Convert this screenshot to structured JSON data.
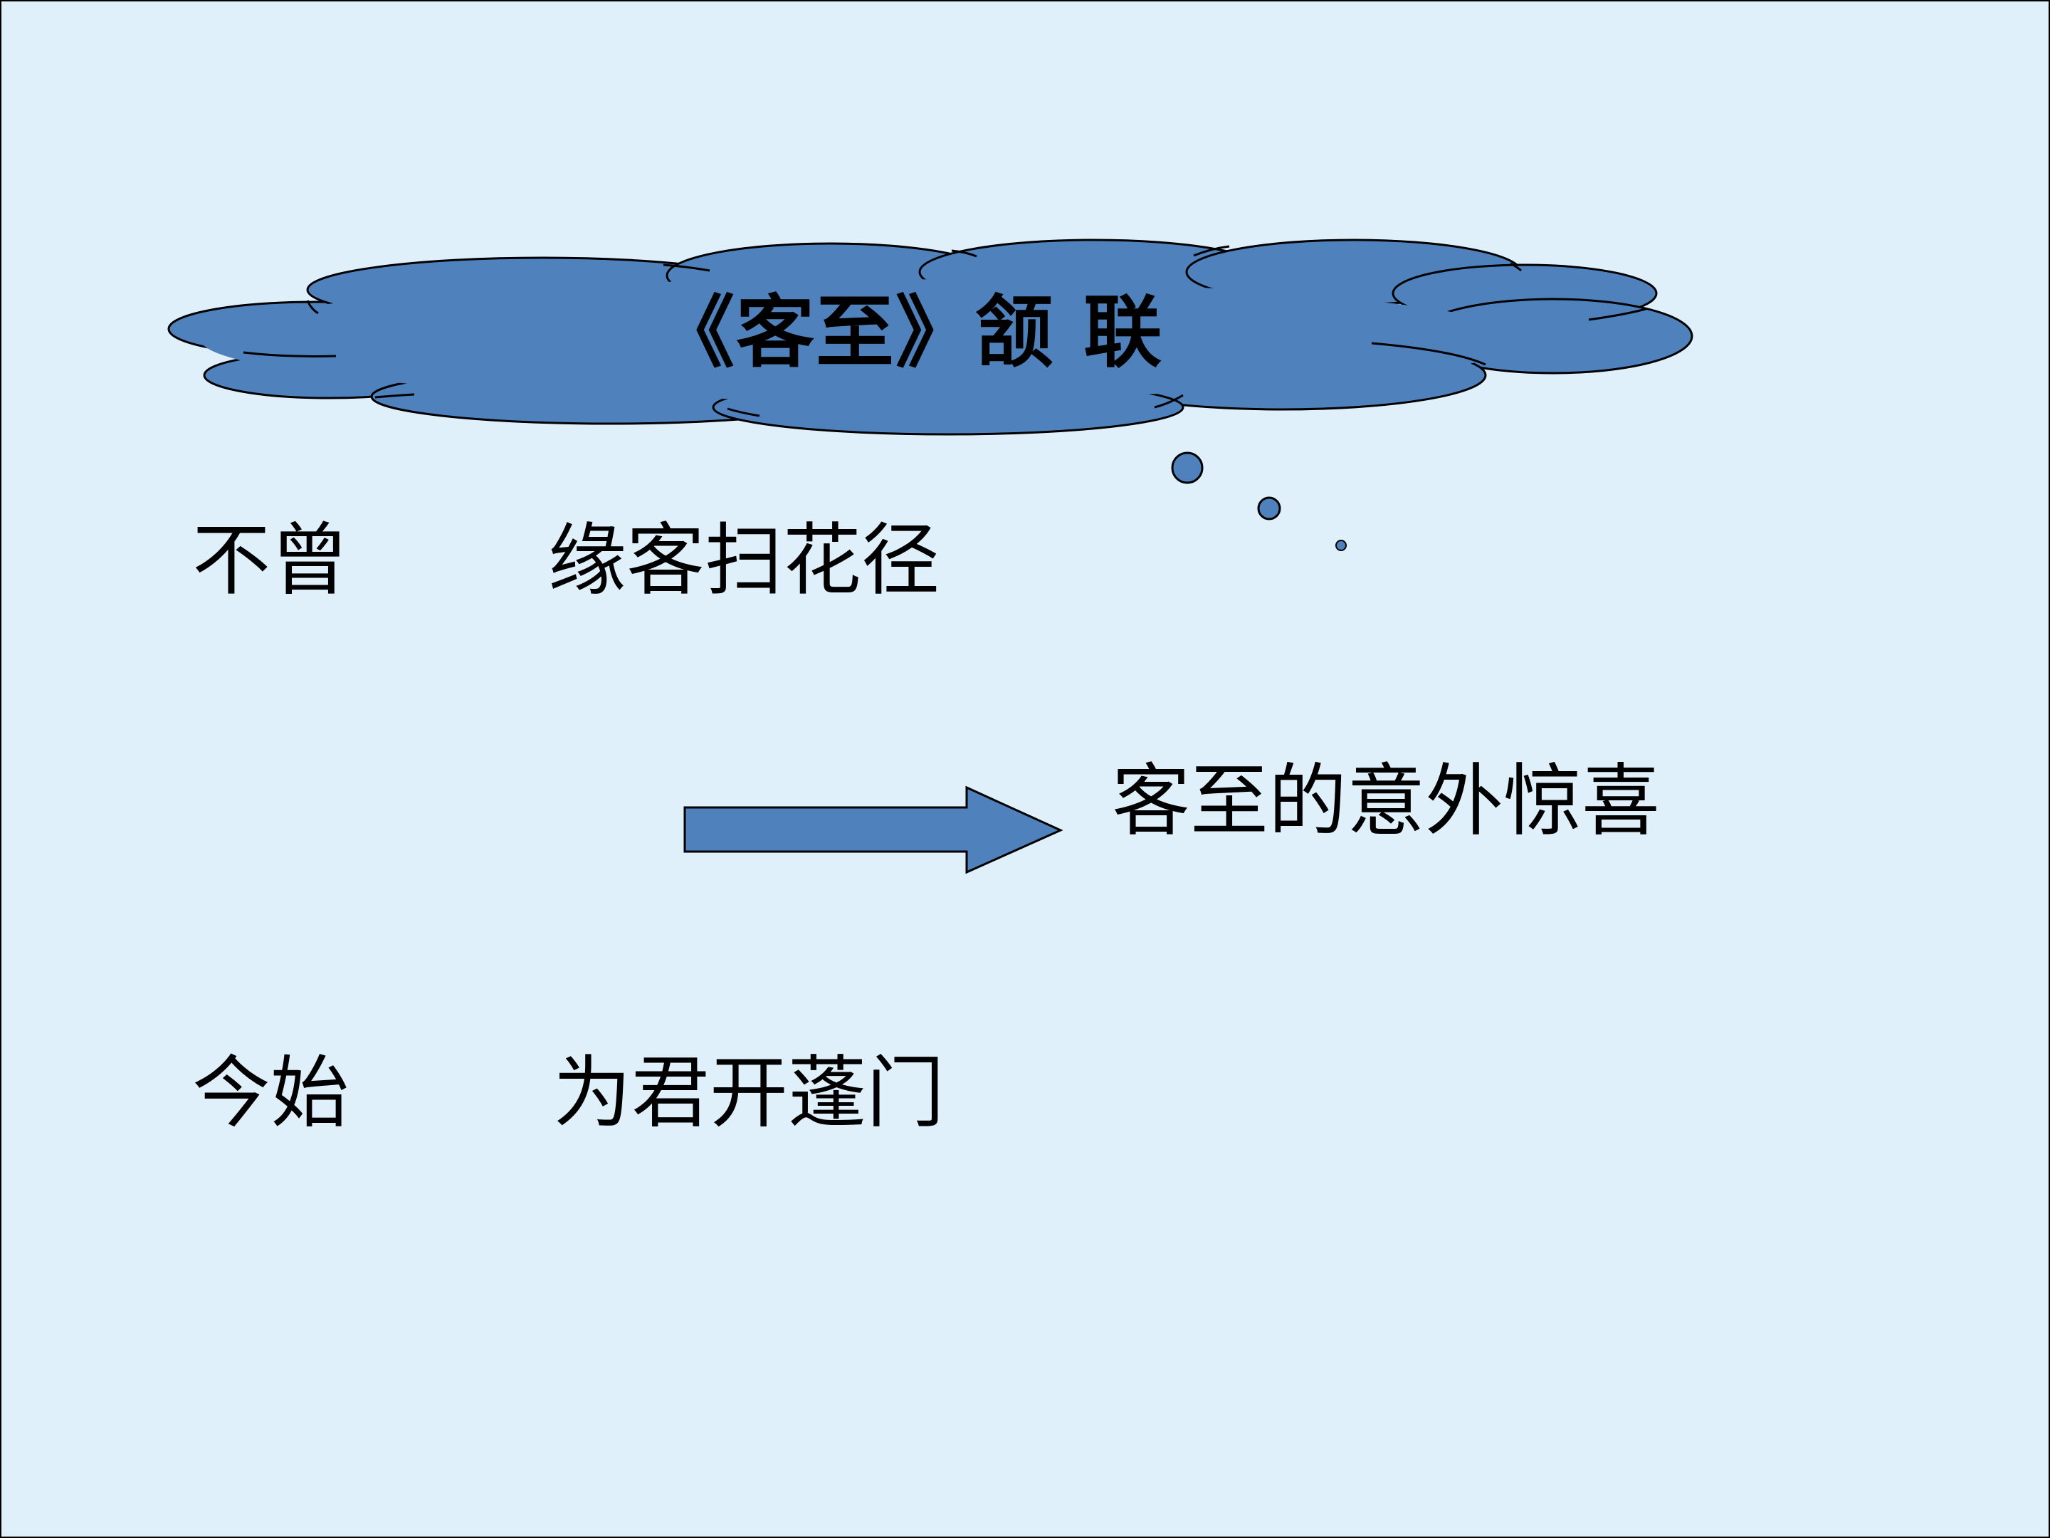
{
  "slide": {
    "background_color": "#dff0fa",
    "shape_color": "#4f81bd",
    "title": "《客至》颔 联",
    "rows": [
      {
        "left": "不曾",
        "right": "缘客扫花径"
      },
      {
        "left": "今始",
        "right": "为君开蓬门"
      }
    ],
    "result": "客至的意外惊喜",
    "shapes": {
      "title_shape": "thought-cloud",
      "connector": "right-arrow"
    }
  }
}
